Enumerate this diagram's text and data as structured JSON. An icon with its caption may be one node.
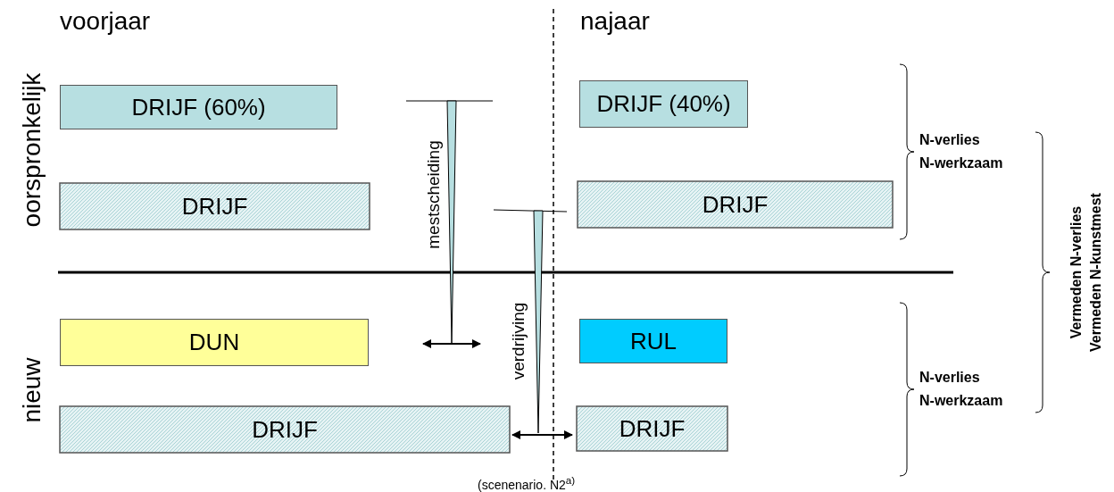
{
  "diagram": {
    "nodes": [
      {
        "text": [
          "DRIJF (60%)"
        ]
      },
      {
        "text": [
          "DRIJF"
        ]
      },
      {
        "text": [
          "DUN"
        ]
      },
      {
        "text": [
          "DRIJF"
        ]
      },
      {
        "text": [
          "DRIJF (40%)"
        ]
      },
      {
        "text": [
          "DRIJF"
        ]
      },
      {
        "text": [
          "RUL"
        ]
      },
      {
        "text": [
          "DRIJF"
        ]
      }
    ],
    "edges": [
      {
        "from": 3,
        "to": 7,
        "arrow": "both"
      }
    ],
    "labels": [
      "voorjaar",
      "najaar",
      "oorspronkelijk",
      "mestscheiding",
      "N-verlies",
      "N-werkzaam",
      "Vermeden N-verlies",
      "Vermeden N-kunstmest",
      "verdrijving",
      "nieuw",
      "N-verlies",
      "N-werkzaam",
      "(scenenario. N2$^{a)}$"
    ]
  }
}
